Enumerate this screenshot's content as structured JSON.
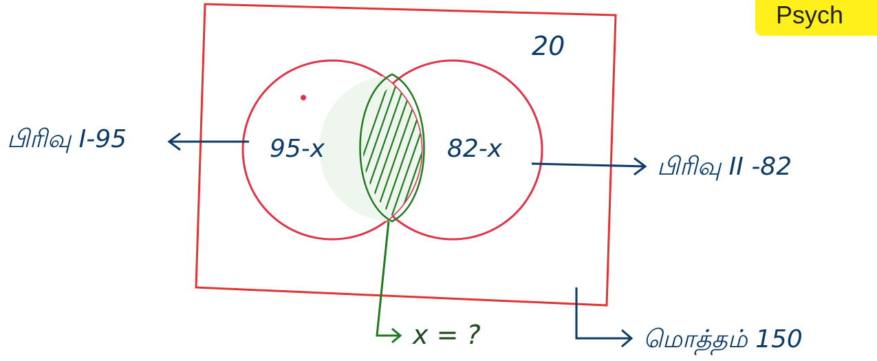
{
  "corner_tag": "Psych",
  "universal_value": "20",
  "left_region": "95-x",
  "right_region": "82-x",
  "left_set_label": "பிரிவு I-95",
  "right_set_label": "பிரிவு II -82",
  "intersection_label": "x = ?",
  "total_label": "மொத்தம் 150",
  "colors": {
    "ink": "#0b3b66",
    "box": "#e03434",
    "circles": "#e0334a",
    "hatch": "#1f7a1f",
    "tag": "#ffef1a"
  }
}
